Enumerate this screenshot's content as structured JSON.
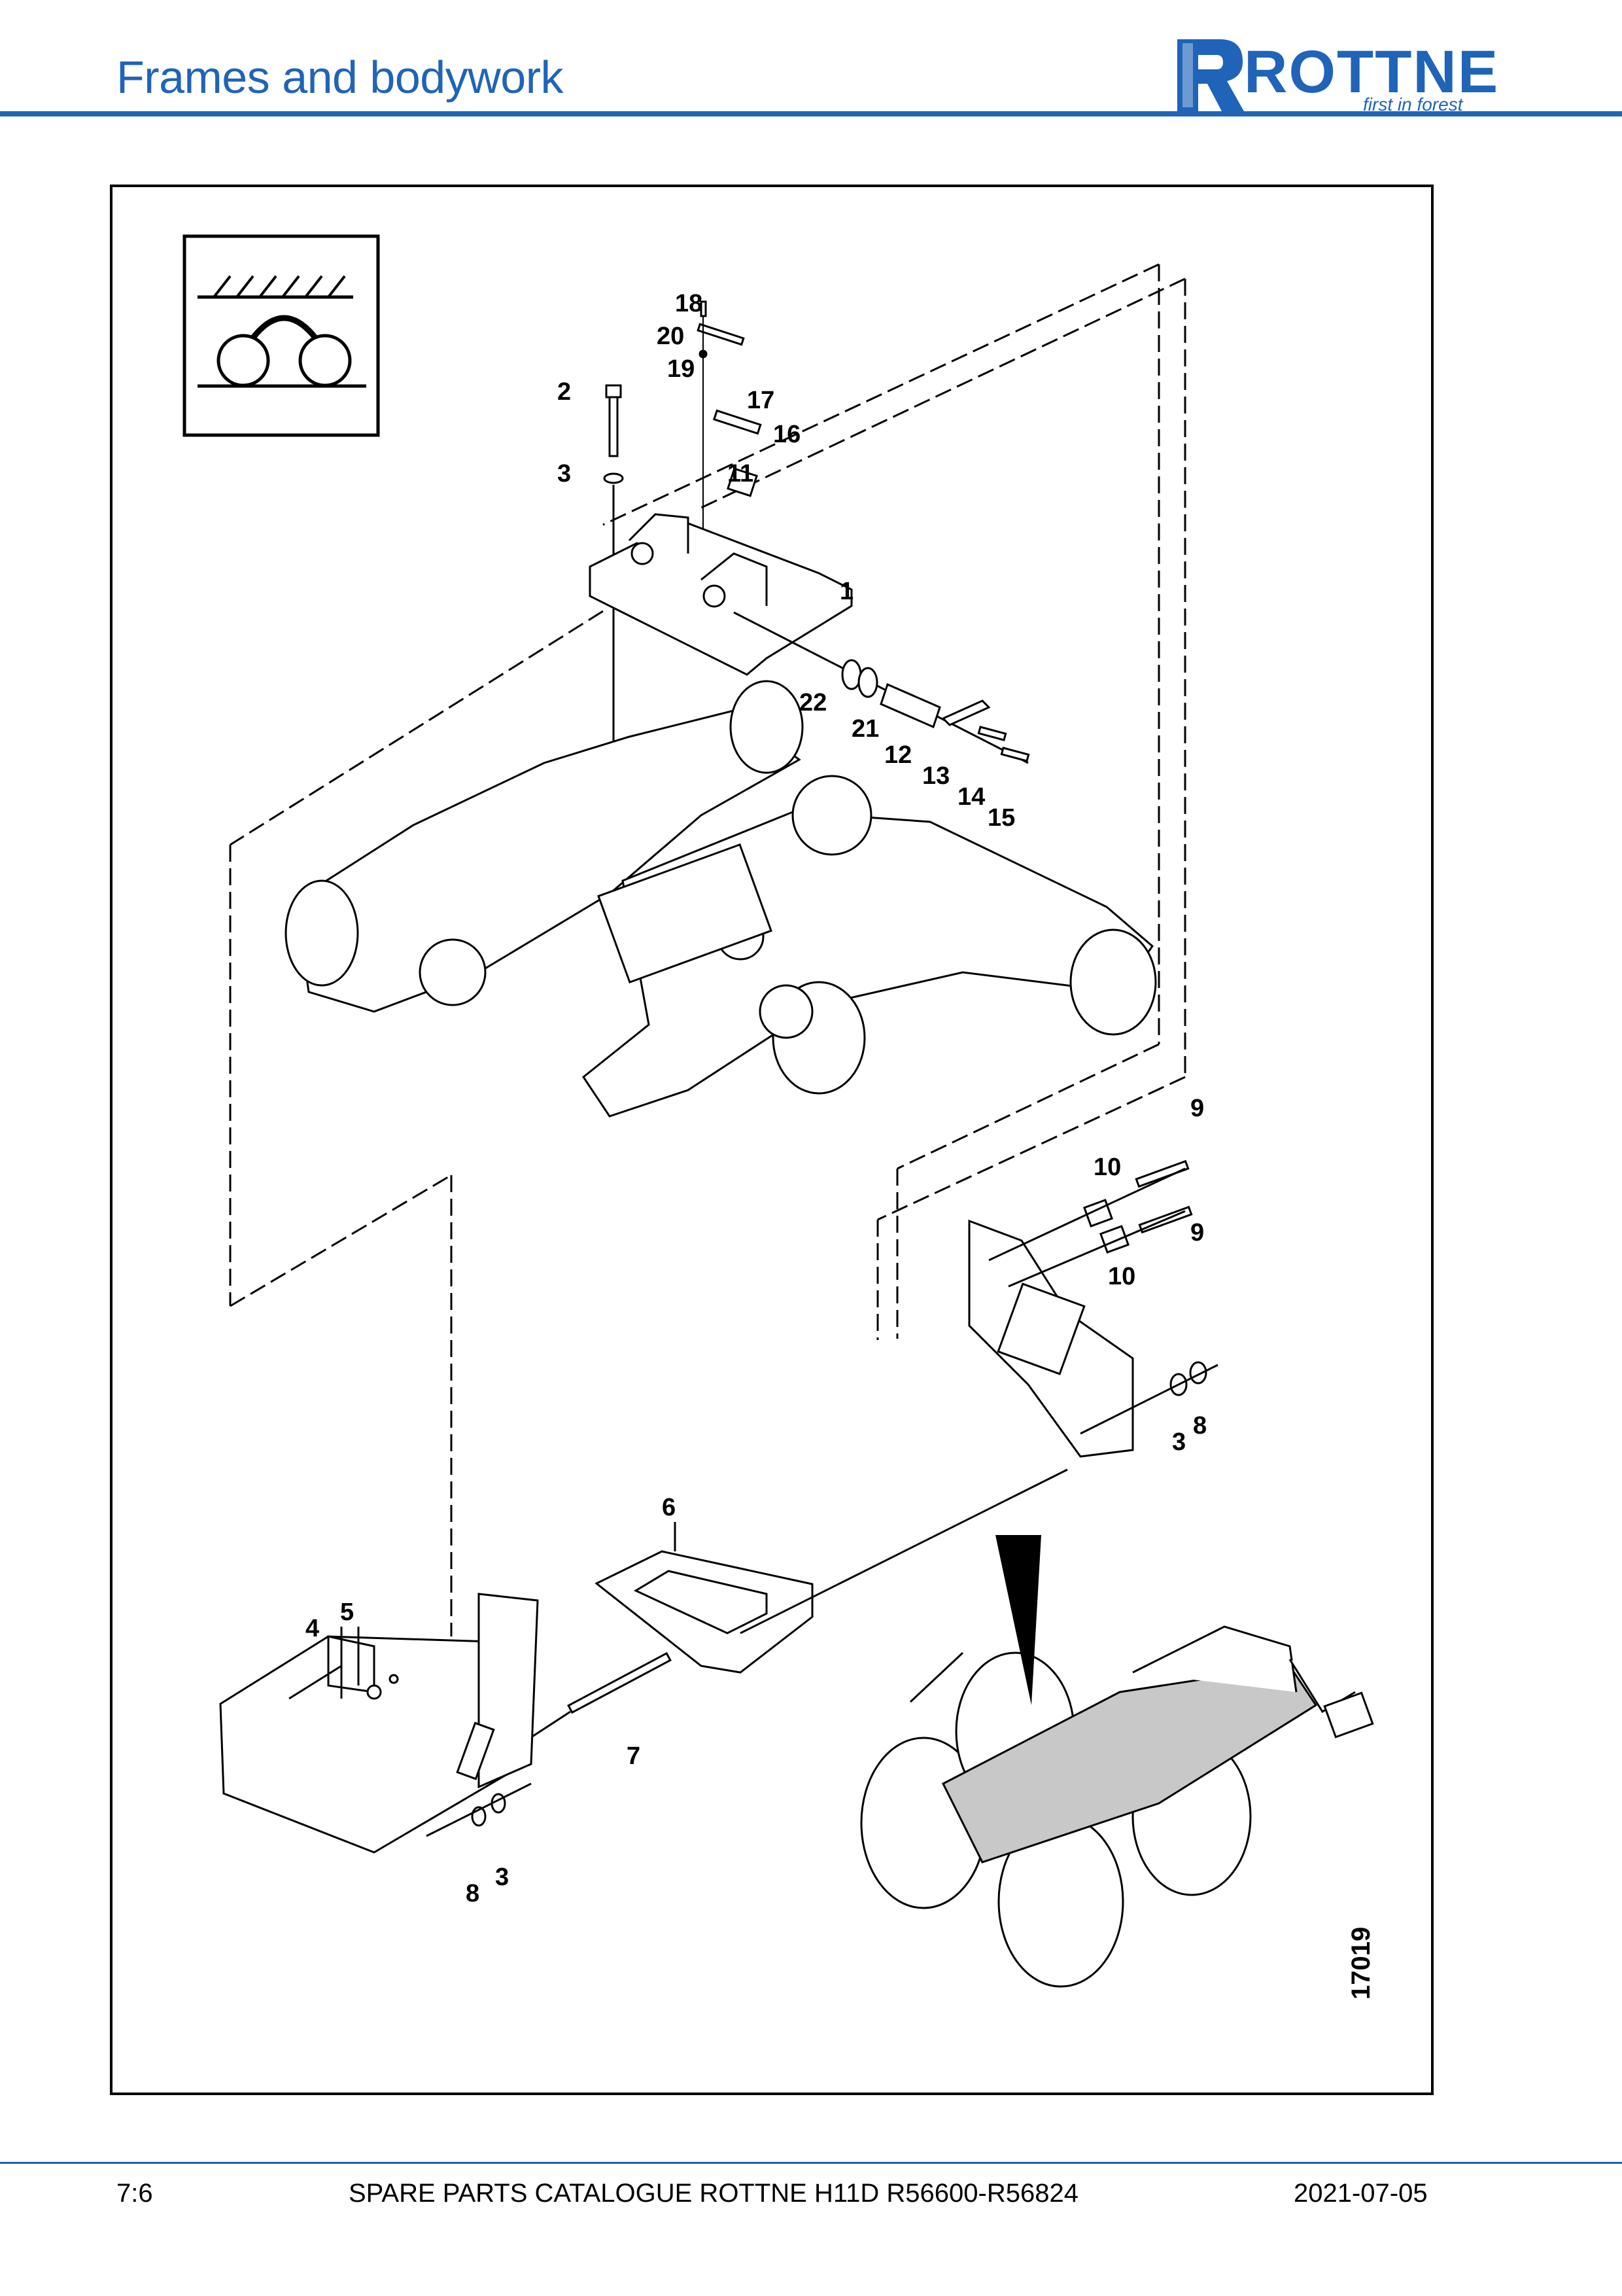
{
  "header": {
    "title": "Frames and bodywork",
    "logo_text": "ROTTNE",
    "logo_tagline": "first in forest"
  },
  "figure": {
    "figure_number": "17019",
    "callouts": [
      "1",
      "2",
      "3",
      "3",
      "3",
      "4",
      "5",
      "6",
      "7",
      "8",
      "8",
      "9",
      "9",
      "10",
      "10",
      "11",
      "12",
      "13",
      "14",
      "15",
      "16",
      "17",
      "18",
      "19",
      "20",
      "21",
      "22"
    ]
  },
  "footer": {
    "page": "7:6",
    "catalogue": "SPARE PARTS CATALOGUE ROTTNE H11D R56600-R56824",
    "date": "2021-07-05"
  },
  "colors": {
    "brand_blue": "#1f64b8"
  }
}
